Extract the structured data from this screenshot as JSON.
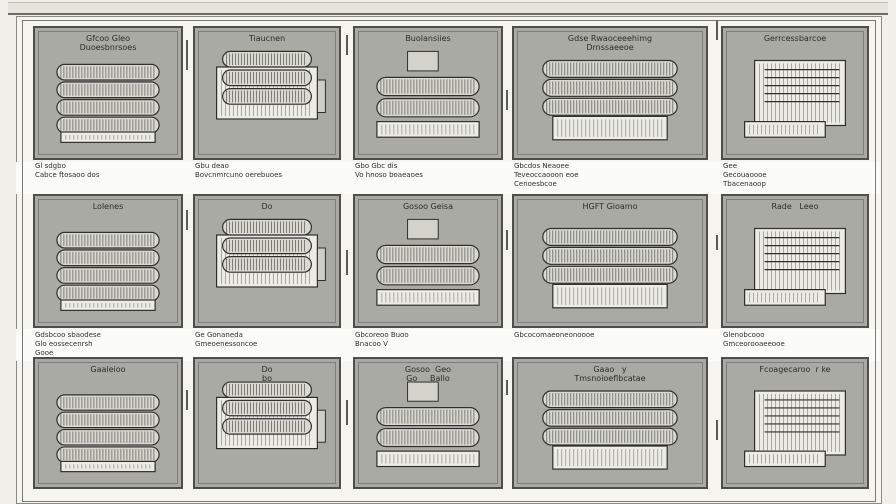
{
  "panels": [
    {
      "id": "r1c1",
      "title": "Gfcoo Gleo\nDuoesbnrsoes",
      "captions": [
        "Gl   sdgbo",
        "Cabce ftosaoo dos"
      ]
    },
    {
      "id": "r1c2",
      "title": "Tiaucnen",
      "captions": [
        "Gbu   deao",
        "Bovcnmrcuno oerebuoes"
      ]
    },
    {
      "id": "r1c3",
      "title": "Buolansiies",
      "captions": [
        "Gbo Gbc  dis",
        "Vo hnoso boaeaoes"
      ]
    },
    {
      "id": "r1c4",
      "title": "Gdse Rwaoceeehimg\nDrnssaeeoe",
      "captions": [
        "Gbcdos Neaoee",
        "Teveoccaooon  eoe",
        "Cenoesbcoe"
      ]
    },
    {
      "id": "r1c5",
      "title": "Gerrcessbarcoe",
      "captions": [
        "Gee",
        "Gecouaoooe",
        "Tbacenaoop"
      ]
    },
    {
      "id": "r2c1",
      "title": "Lolenes",
      "captions": [
        "Gdsbcoo sbaodese",
        "Glo eossecenrsh",
        "Gooe"
      ]
    },
    {
      "id": "r2c2",
      "title": "Do",
      "captions": [
        "Ge Gonaneda",
        "Gmeoenessoncoe"
      ]
    },
    {
      "id": "r2c3",
      "title": "Gosoo Geisa",
      "captions": [
        "Gbcoreoo Buoo",
        "Bnacoo  V"
      ]
    },
    {
      "id": "r2c4",
      "title": "HGFT Gioamo",
      "captions": [
        "Gbcocomaeoneonoooe"
      ]
    },
    {
      "id": "r2c5",
      "title": "Rade   Leeo",
      "captions": [
        "Glenobcooo",
        "Gmceorooaeeooe"
      ]
    },
    {
      "id": "r3c1",
      "title": "Gaaleioo",
      "captions": []
    },
    {
      "id": "r3c2",
      "title": "Do\nbo",
      "captions": []
    },
    {
      "id": "r3c3",
      "title": "Gosoo  Geo\nGo     Ballo",
      "captions": []
    },
    {
      "id": "r3c4",
      "title": "Gaao   y\nTmsnoioeflbcatae",
      "captions": []
    },
    {
      "id": "r3c5",
      "title": "Fcoagecaroo  r ke",
      "captions": []
    }
  ]
}
